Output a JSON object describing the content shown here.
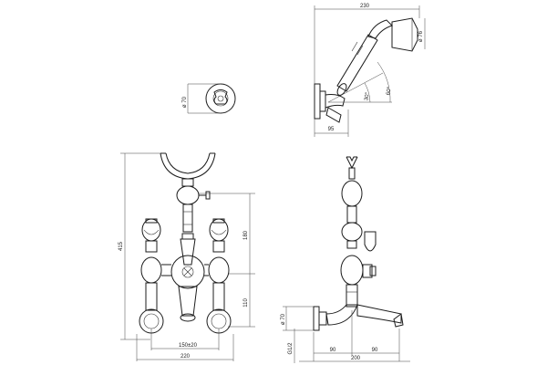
{
  "dimensions": {
    "top_width": "230",
    "head_diameter": "ø 76",
    "rosette_diameter": "ø 70",
    "angle_30": "30°",
    "angle_60": "60°",
    "bottom_offset": "95",
    "height_total": "415",
    "height_upper": "180",
    "height_lower": "110",
    "spacing": "150±20",
    "front_width": "220",
    "side_rosette_diameter": "ø 70",
    "thread": "G1/2",
    "side_90_left": "90",
    "side_90_right": "90",
    "side_total": "200"
  }
}
